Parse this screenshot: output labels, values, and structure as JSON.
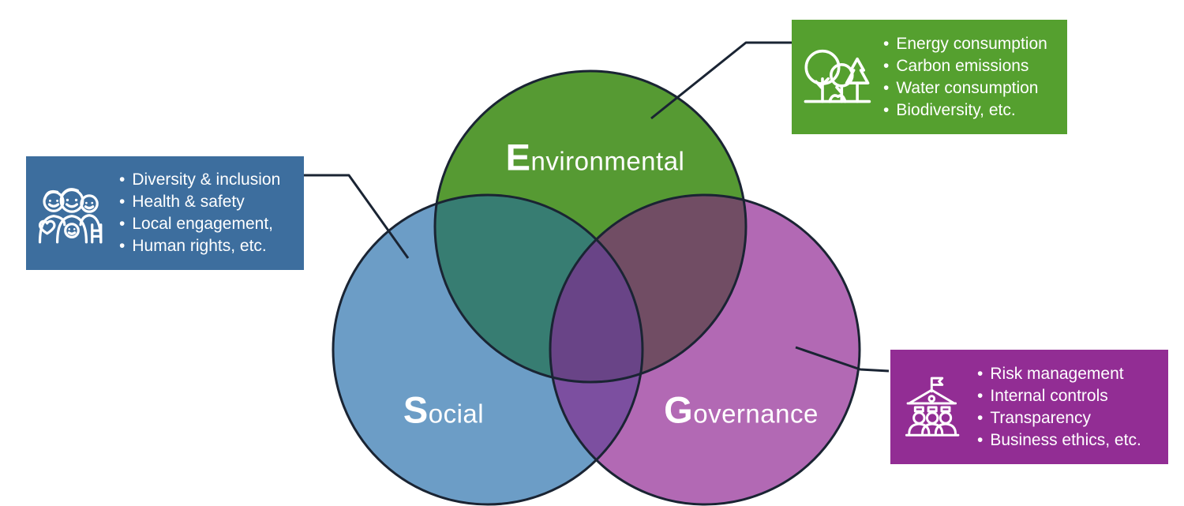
{
  "ui": {
    "bullet": "•"
  },
  "colors": {
    "background": "#FFFFFF",
    "outline": "#1A2433",
    "connector": "#1A2433",
    "label_text": "#FFFFFF",
    "environmental_circle": "#569A33",
    "social_circle": "#6C9DC6",
    "governance_circle": "#B269B4",
    "env_social_overlap": "#377D72",
    "env_gov_overlap": "#714D64",
    "social_gov_overlap": "#7C4FA0",
    "center_overlap": "#694487",
    "environmental_box": "#55A02F",
    "social_box": "#3D6E9E",
    "governance_box": "#922D94"
  },
  "venn": {
    "environmental": {
      "initial": "E",
      "rest": "nvironmental"
    },
    "social": {
      "initial": "S",
      "rest": "ocial"
    },
    "governance": {
      "initial": "G",
      "rest": "overnance"
    }
  },
  "callouts": {
    "environmental": {
      "icon": "trees-icon",
      "items": [
        "Energy consumption",
        "Carbon emissions",
        "Water consumption",
        "Biodiversity, etc."
      ]
    },
    "social": {
      "icon": "people-icon",
      "items": [
        "Diversity & inclusion",
        "Health & safety",
        "Local engagement,",
        "Human rights, etc."
      ]
    },
    "governance": {
      "icon": "institution-icon",
      "items": [
        "Risk management",
        "Internal controls",
        "Transparency",
        "Business ethics, etc."
      ]
    }
  }
}
